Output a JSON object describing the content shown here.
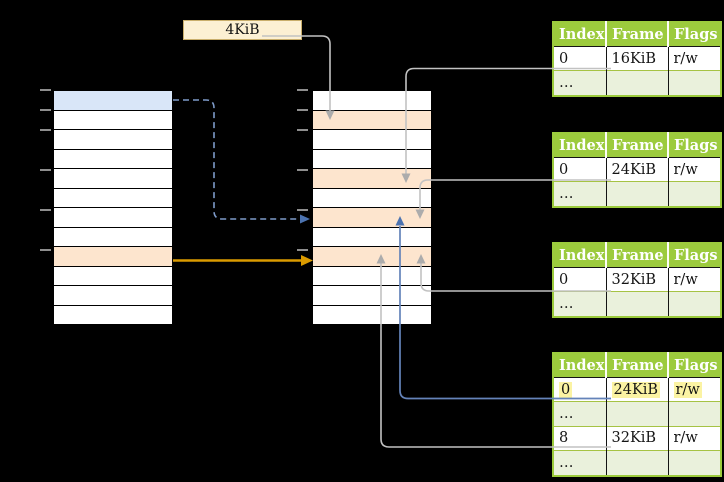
{
  "page_box": {
    "label": "4KiB"
  },
  "frame_tables": [
    {
      "headers": [
        "Index",
        "Frame",
        "Flags"
      ],
      "rows": [
        [
          "0",
          "16KiB",
          "r/w"
        ],
        [
          "…",
          "",
          ""
        ]
      ]
    },
    {
      "headers": [
        "Index",
        "Frame",
        "Flags"
      ],
      "rows": [
        [
          "0",
          "24KiB",
          "r/w"
        ],
        [
          "…",
          "",
          ""
        ]
      ]
    },
    {
      "headers": [
        "Index",
        "Frame",
        "Flags"
      ],
      "rows": [
        [
          "0",
          "32KiB",
          "r/w"
        ],
        [
          "…",
          "",
          ""
        ]
      ]
    },
    {
      "headers": [
        "Index",
        "Frame",
        "Flags"
      ],
      "rows": [
        [
          "0",
          "24KiB",
          "r/w"
        ],
        [
          "…",
          "",
          ""
        ],
        [
          "8",
          "32KiB",
          "r/w"
        ],
        [
          "…",
          "",
          ""
        ]
      ],
      "highlighted_row": 0
    }
  ],
  "memory": {
    "left_fills": [
      "blue",
      "white",
      "white",
      "white",
      "white",
      "white",
      "white",
      "white",
      "orange",
      "white",
      "white",
      "white"
    ],
    "middle_fills": [
      "white",
      "orange",
      "white",
      "white",
      "orange",
      "white",
      "orange",
      "white",
      "orange",
      "white",
      "white",
      "white"
    ],
    "tick_offsets": [
      0,
      20,
      40,
      80,
      120,
      160
    ]
  },
  "colors": {
    "background": "#000000",
    "header_green": "#9CCB3D",
    "row_light_green": "#EAF1DC",
    "orange_row_fill": "#FDE5CE",
    "blue_row_fill": "#D9E6F8",
    "highlight_yellow": "#FBF3A3",
    "box_cream": "#FCF0D3",
    "arrow_gray": "#ACACAC",
    "arrow_blue": "#4C73B0",
    "arrow_orange": "#DB9B00"
  }
}
